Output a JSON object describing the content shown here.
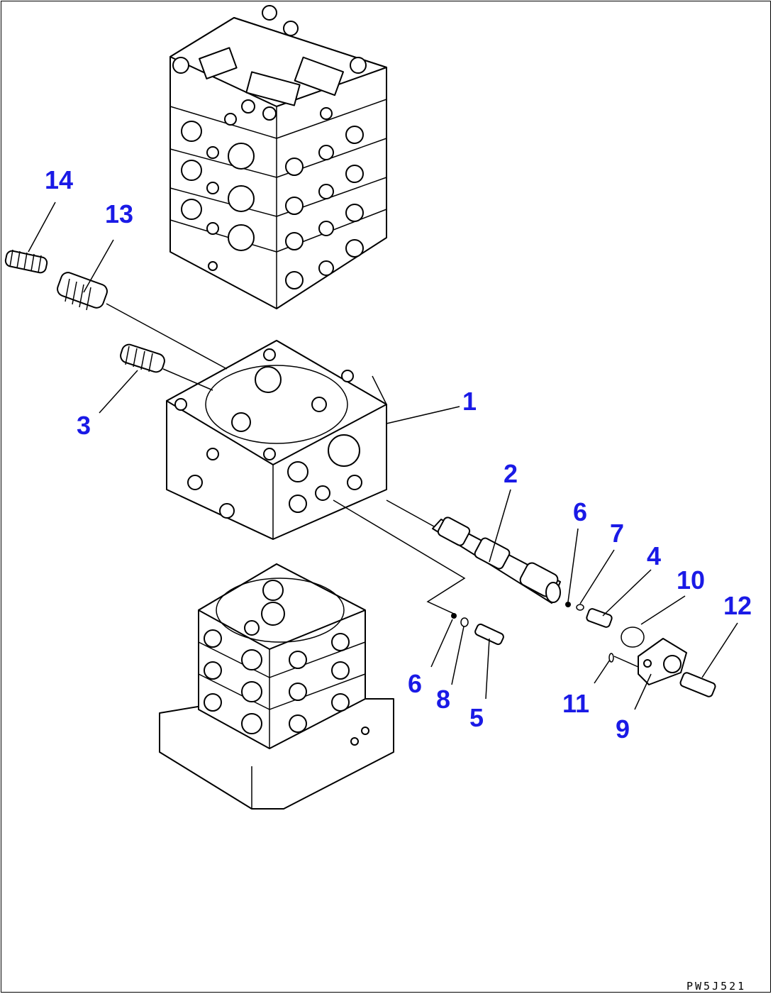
{
  "callouts": {
    "c14": "14",
    "c13": "13",
    "c3": "3",
    "c1": "1",
    "c2": "2",
    "c6a": "6",
    "c7": "7",
    "c4": "4",
    "c10": "10",
    "c12": "12",
    "c6b": "6",
    "c8": "8",
    "c5": "5",
    "c11": "11",
    "c9": "9"
  },
  "drawing_code": "PW5J521",
  "colors": {
    "callout": "#1a1ae6",
    "line": "#000000",
    "background": "#ffffff"
  }
}
